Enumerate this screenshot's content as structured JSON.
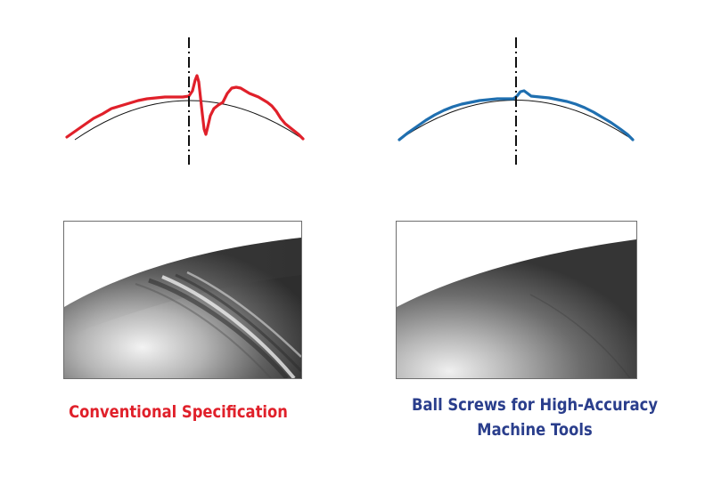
{
  "panels": {
    "left": {
      "caption": [
        "Conventional Specification"
      ],
      "profile_color": "#e0202a",
      "reference_color": "#111111"
    },
    "right": {
      "caption": [
        "Ball Screws for High-Accuracy",
        "Machine Tools"
      ],
      "profile_color": "#1f6fb0",
      "reference_color": "#111111"
    }
  },
  "colors": {
    "caption_left": "#e0202a",
    "caption_right": "#2a3e8c",
    "centerline": "#111111",
    "photo_border": "#6e6e6e"
  }
}
